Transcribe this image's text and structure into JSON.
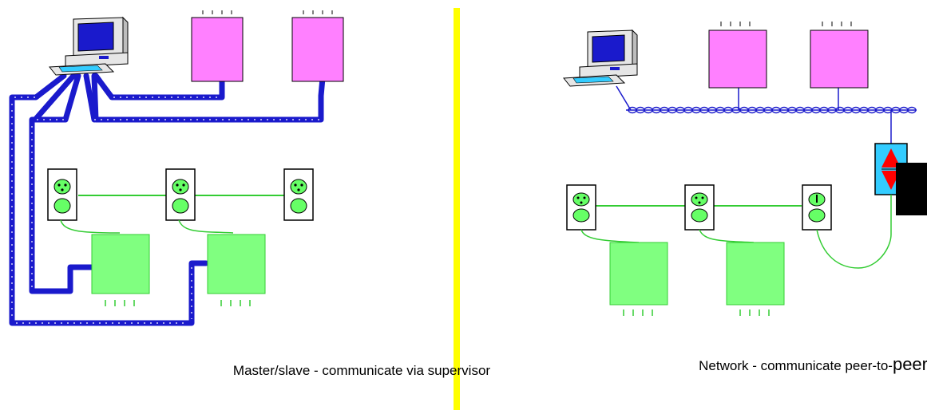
{
  "left_panel": {
    "caption": "Master/slave - communicate via supervisor"
  },
  "right_panel": {
    "caption_prefix": "Network - communicate peer-to-",
    "caption_suffix": "peer"
  },
  "colors": {
    "divider": "#ffff00",
    "controller_fill": "#ff80ff",
    "device_fill": "#80ff80",
    "bus_chain": "#1a1acc",
    "link_line": "#33cc33",
    "router_fill": "#33ccff",
    "router_arrow": "#ff0000"
  },
  "icons": {
    "supervisor": "computer-icon",
    "controller": "controller-box-icon",
    "outlet": "wall-outlet-icon",
    "device": "device-module-icon",
    "router": "router-icon"
  }
}
